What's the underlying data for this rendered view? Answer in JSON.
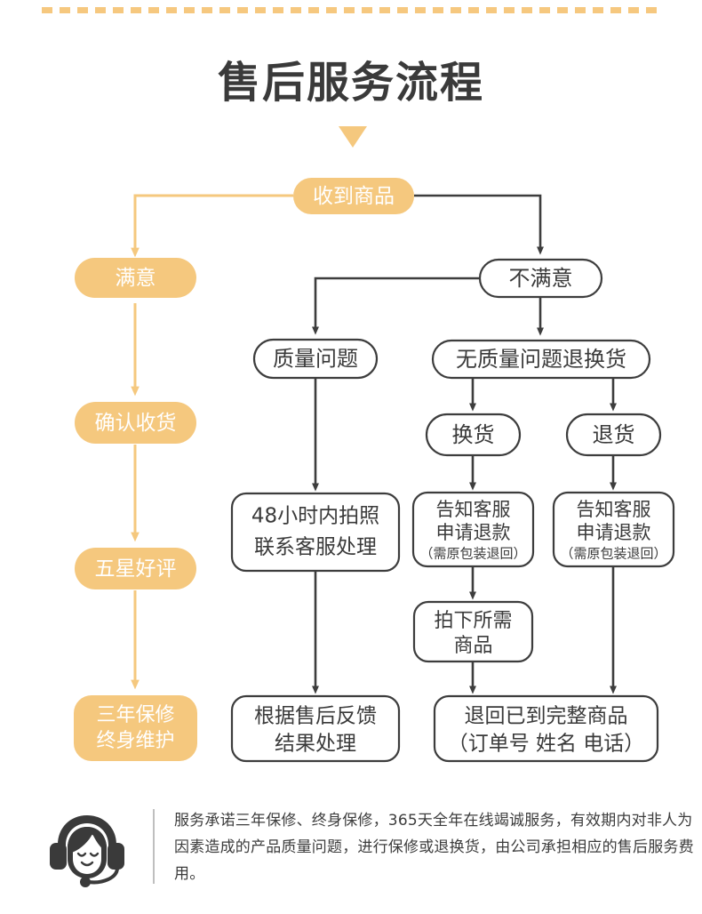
{
  "page": {
    "title": "售后服务流程",
    "accent_color": "#f5c87e",
    "line_color": "#3d3d3d",
    "text_color": "#3a3a3a",
    "node_fill": "#ffffff"
  },
  "decor": {
    "top_dashed_rule": "dashed-rule",
    "title_caret": "down-triangle"
  },
  "flow": {
    "root": {
      "label": "收到商品",
      "style": "filled"
    },
    "satisfied_branch": [
      {
        "label": "满意",
        "style": "filled"
      },
      {
        "label": "确认收货",
        "style": "filled"
      },
      {
        "label": "五星好评",
        "style": "filled"
      },
      {
        "label_line1": "三年保修",
        "label_line2": "终身维护",
        "style": "filled"
      }
    ],
    "unsatisfied": {
      "label": "不满意",
      "style": "outline"
    },
    "quality_branch": [
      {
        "label": "质量问题",
        "style": "outline"
      },
      {
        "label_line1": "48小时内拍照",
        "label_line2": "联系客服处理",
        "style": "outline"
      },
      {
        "label_line1": "根据售后反馈",
        "label_line2": "结果处理",
        "style": "outline"
      }
    ],
    "return_exchange": {
      "label": "无质量问题退换货",
      "style": "outline"
    },
    "exchange_branch": [
      {
        "label": "换货",
        "style": "outline"
      },
      {
        "label_line1": "告知客服",
        "label_line2": "申请退款",
        "label_line3": "（需原包装退回）",
        "style": "outline"
      },
      {
        "label_line1": "拍下所需",
        "label_line2": "商品",
        "style": "outline"
      }
    ],
    "refund_branch": [
      {
        "label": "退货",
        "style": "outline"
      },
      {
        "label_line1": "告知客服",
        "label_line2": "申请退款",
        "label_line3": "（需原包装退回）",
        "style": "outline"
      }
    ],
    "final_return": {
      "label_line1": "退回已到完整商品",
      "label_line2": "（订单号 姓名 电话）",
      "style": "outline"
    }
  },
  "footer": {
    "icon": "customer-service-headset-icon",
    "text": "服务承诺三年保修、终身保修，365天全年在线竭诚服务，有效期内对非人为因素造成的产品质量问题，进行保修或退换货，由公司承担相应的售后服务费用。"
  }
}
